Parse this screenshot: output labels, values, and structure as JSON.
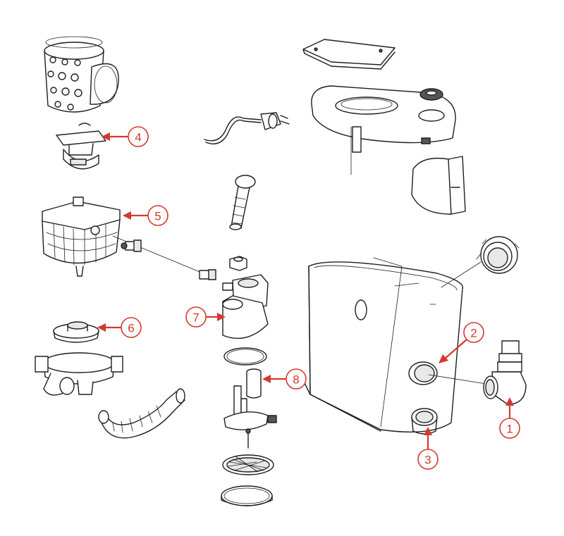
{
  "diagram": {
    "accent_color": "#d23a2f",
    "line_color": "#1e1e1e",
    "callouts": [
      {
        "id": "1",
        "label": "1"
      },
      {
        "id": "2",
        "label": "2"
      },
      {
        "id": "3",
        "label": "3"
      },
      {
        "id": "4",
        "label": "4"
      },
      {
        "id": "5",
        "label": "5"
      },
      {
        "id": "6",
        "label": "6"
      },
      {
        "id": "7",
        "label": "7"
      },
      {
        "id": "8",
        "label": "8"
      }
    ]
  }
}
